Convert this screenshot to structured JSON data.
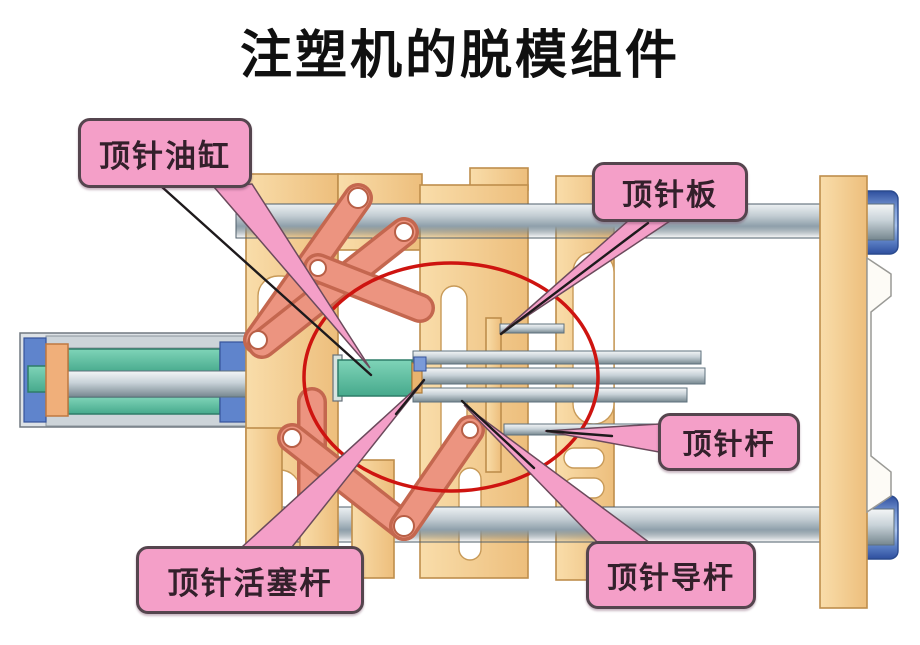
{
  "title": "注塑机的脱模组件",
  "labels": {
    "oil_cylinder": "顶针油缸",
    "ejector_plate": "顶针板",
    "ejector_rod": "顶针杆",
    "piston_rod": "顶针活塞杆",
    "guide_rod": "顶针导杆"
  },
  "colors": {
    "background": "#FFFFFF",
    "label_pink": "#F49FC8",
    "label_border": "#55454E",
    "label_text": "#33202B",
    "highlight_red": "#CE1410",
    "platen_tan": "#F5CE96",
    "toggle_salmon": "#EC9480",
    "piston_green": "#56B89C",
    "cap_blue": "#5F84CC",
    "rod_gray": "#8FA0AB"
  }
}
